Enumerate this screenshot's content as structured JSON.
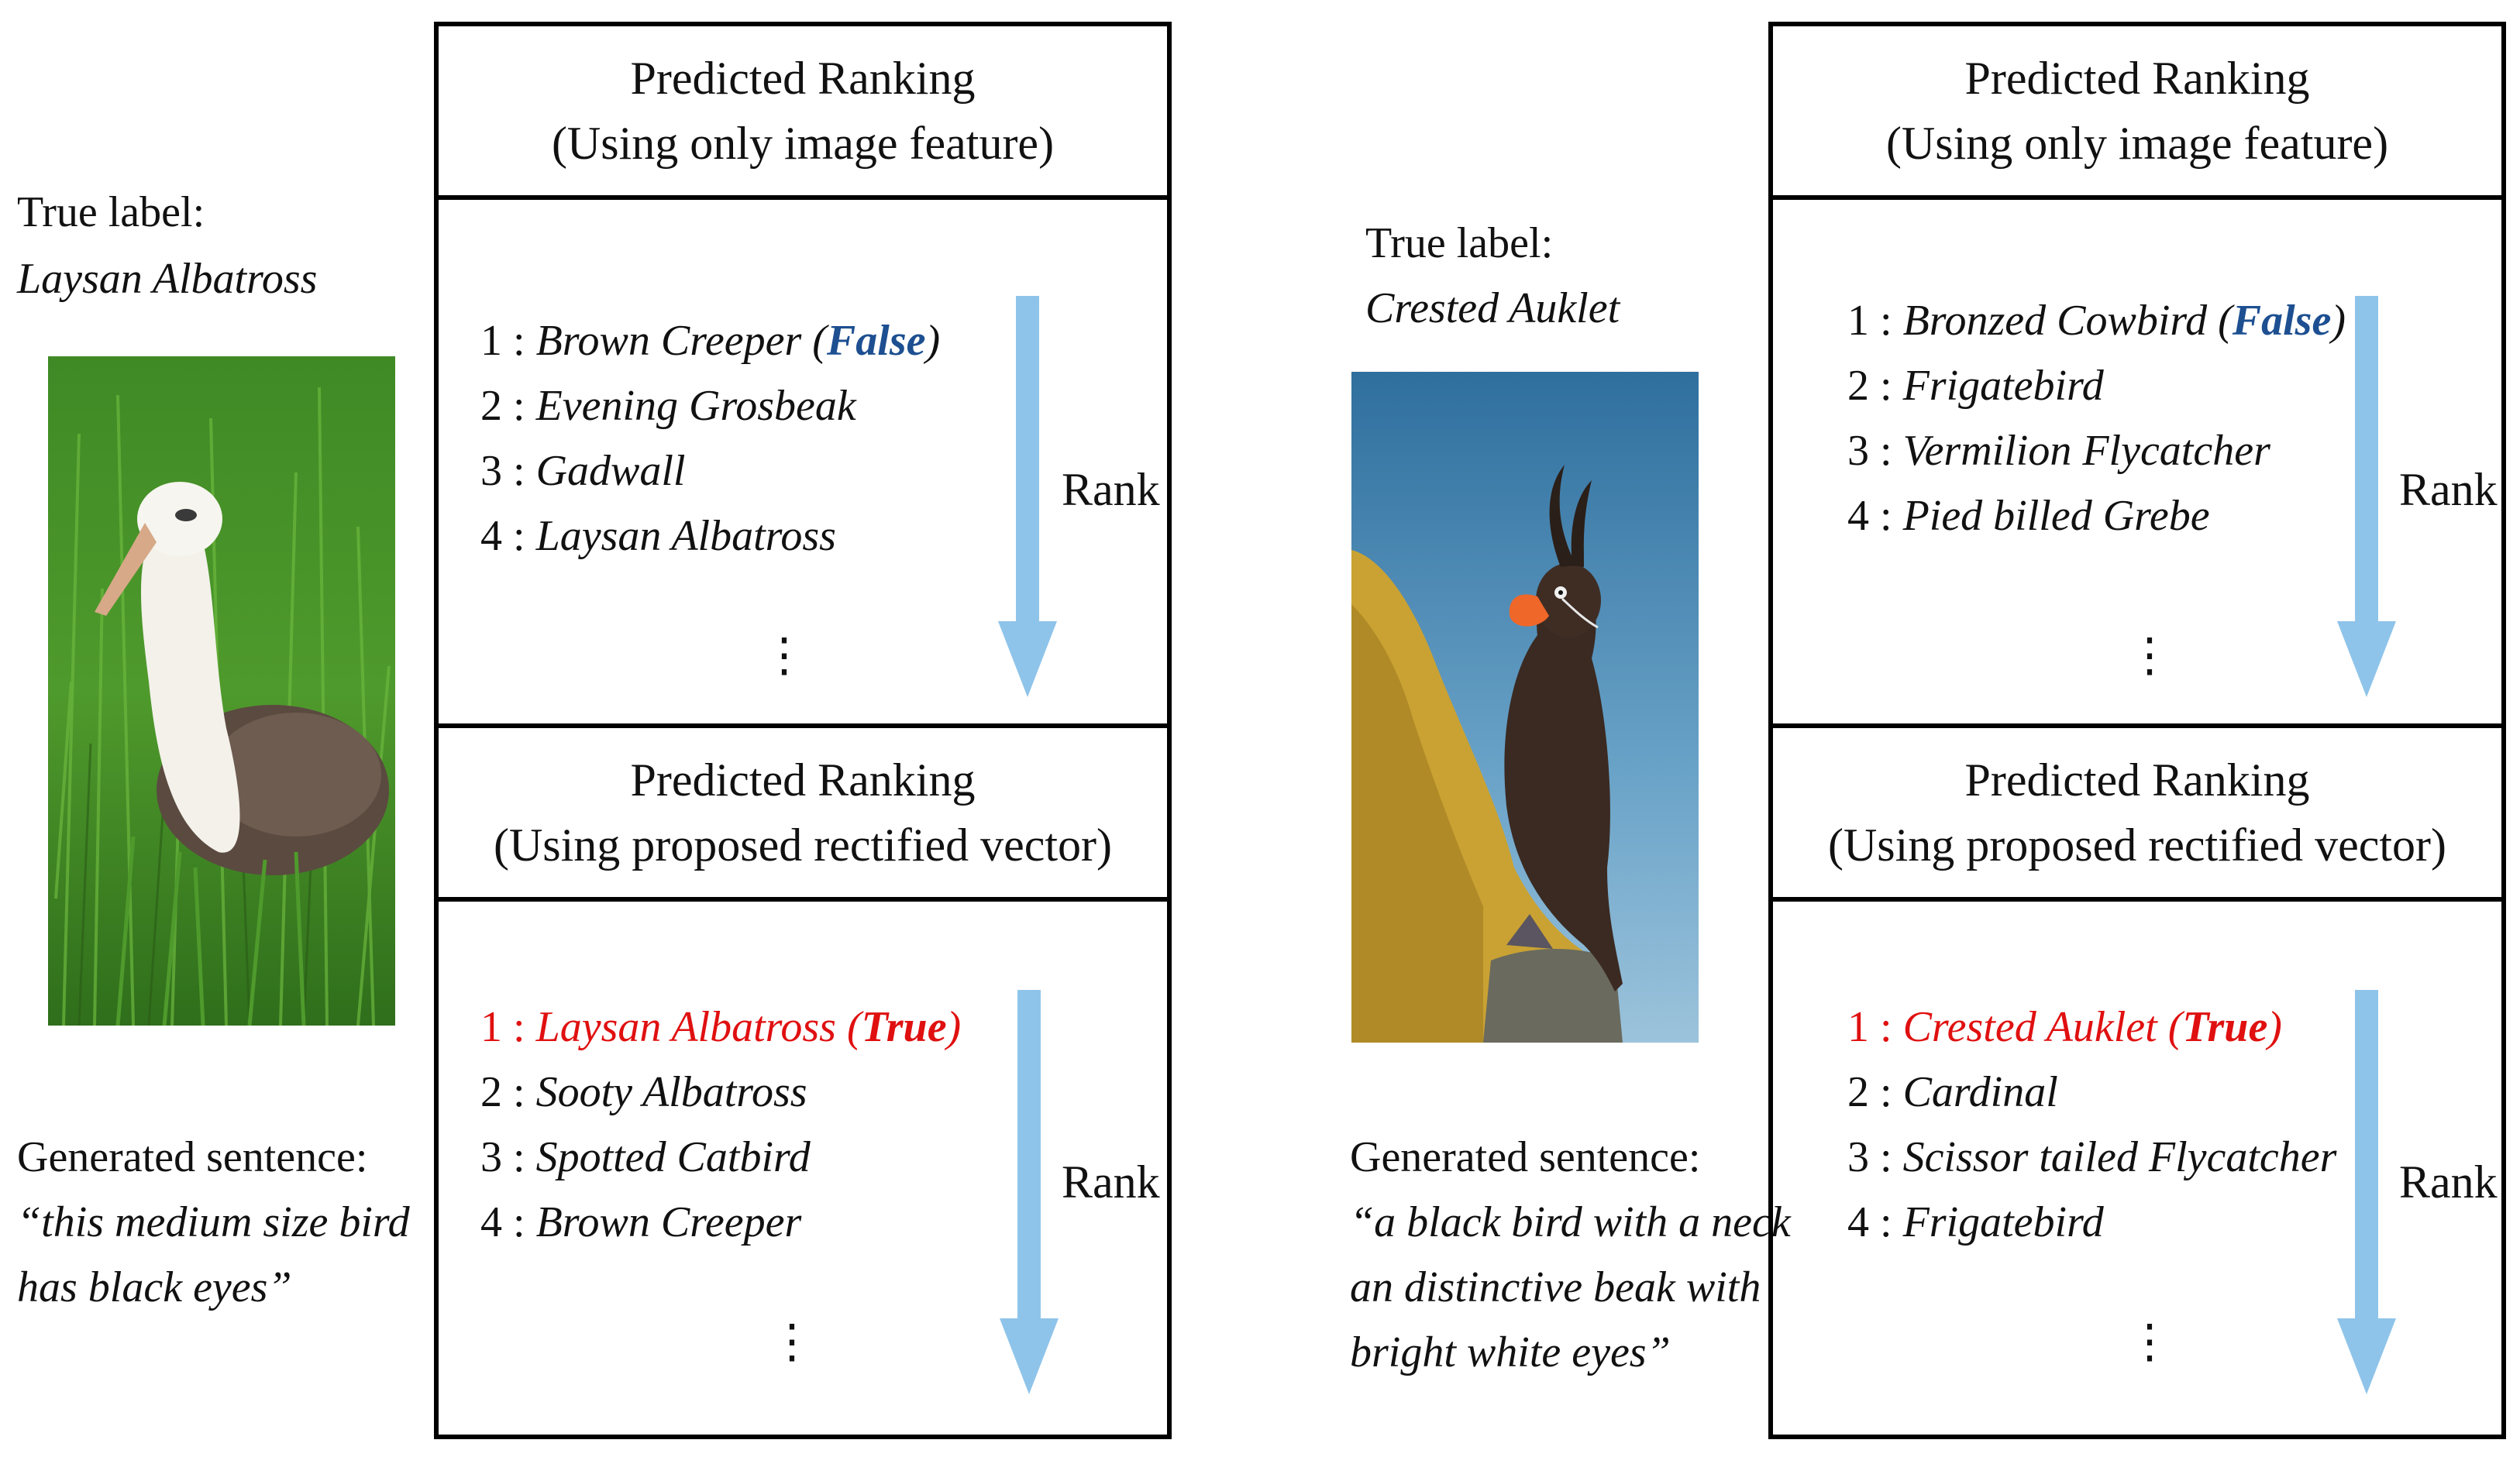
{
  "left": {
    "true_label_heading": "True label:",
    "true_label": "Laysan Albatross",
    "sentence_heading": "Generated sentence:",
    "sentence_lines": [
      "“this medium size bird",
      "has black eyes”"
    ],
    "panel_top": {
      "title_line1": "Predicted Ranking",
      "title_line2": "(Using only image feature)",
      "items": [
        {
          "num": "1 : ",
          "name": "Brown Creeper",
          "open": " (",
          "flag": "False",
          "close": ")"
        },
        {
          "num": "2 : ",
          "name": "Evening Grosbeak"
        },
        {
          "num": "3 : ",
          "name": "Gadwall"
        },
        {
          "num": "4 : ",
          "name": "Laysan Albatross"
        }
      ],
      "ellipsis": "⋮",
      "rank_label": "Rank"
    },
    "panel_bottom": {
      "title_line1": "Predicted Ranking",
      "title_line2": "(Using proposed rectified vector)",
      "items": [
        {
          "num": "1 : ",
          "name": "Laysan Albatross",
          "open": " (",
          "flag": "True",
          "close": ")"
        },
        {
          "num": "2 : ",
          "name": "Sooty Albatross"
        },
        {
          "num": "3 : ",
          "name": "Spotted Catbird"
        },
        {
          "num": "4 : ",
          "name": "Brown Creeper"
        }
      ],
      "ellipsis": "⋮",
      "rank_label": "Rank"
    }
  },
  "right": {
    "true_label_heading": "True label:",
    "true_label": "Crested Auklet",
    "sentence_heading": "Generated sentence:",
    "sentence_lines": [
      "“a black bird with a neck",
      "an distinctive beak with",
      "bright white eyes”"
    ],
    "panel_top": {
      "title_line1": "Predicted Ranking",
      "title_line2": "(Using only image feature)",
      "items": [
        {
          "num": "1 : ",
          "name": "Bronzed Cowbird",
          "open": " (",
          "flag": "False",
          "close": ")"
        },
        {
          "num": "2 : ",
          "name": "Frigatebird"
        },
        {
          "num": "3 : ",
          "name": "Vermilion Flycatcher"
        },
        {
          "num": "4 : ",
          "name": "Pied billed Grebe"
        }
      ],
      "ellipsis": "⋮",
      "rank_label": "Rank"
    },
    "panel_bottom": {
      "title_line1": "Predicted Ranking",
      "title_line2": "(Using proposed rectified vector)",
      "items": [
        {
          "num": "1 : ",
          "name": "Crested Auklet",
          "open": " (",
          "flag": "True",
          "close": ")"
        },
        {
          "num": "2 : ",
          "name": "Cardinal"
        },
        {
          "num": "3 : ",
          "name": "Scissor tailed Flycatcher"
        },
        {
          "num": "4 : ",
          "name": "Frigatebird"
        }
      ],
      "ellipsis": "⋮",
      "rank_label": "Rank"
    }
  },
  "colors": {
    "false_flag": "#1d4f91",
    "true_row": "#e01010",
    "arrow": "#8fc4ea",
    "border": "#000000"
  }
}
